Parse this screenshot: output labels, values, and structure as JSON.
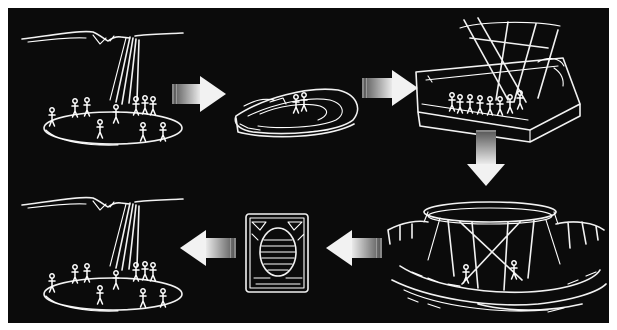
{
  "diagram": {
    "background_color": "#0b0b0b",
    "stroke_color": "#f2f2f2",
    "arrow_gradient": [
      "#6e6e6e",
      "#f4f4f4"
    ],
    "panels": [
      {
        "id": "arena-initial",
        "step": 1
      },
      {
        "id": "tilted-stage",
        "step": 2
      },
      {
        "id": "platform-with-lights",
        "step": 3
      },
      {
        "id": "canopy-structure",
        "step": 4
      },
      {
        "id": "plan-view",
        "step": 5
      },
      {
        "id": "arena-final",
        "step": 6
      }
    ],
    "flow": [
      {
        "from": 1,
        "to": 2,
        "direction": "right"
      },
      {
        "from": 2,
        "to": 3,
        "direction": "right"
      },
      {
        "from": 3,
        "to": 4,
        "direction": "down"
      },
      {
        "from": 4,
        "to": 5,
        "direction": "left"
      },
      {
        "from": 5,
        "to": 6,
        "direction": "left"
      }
    ]
  }
}
